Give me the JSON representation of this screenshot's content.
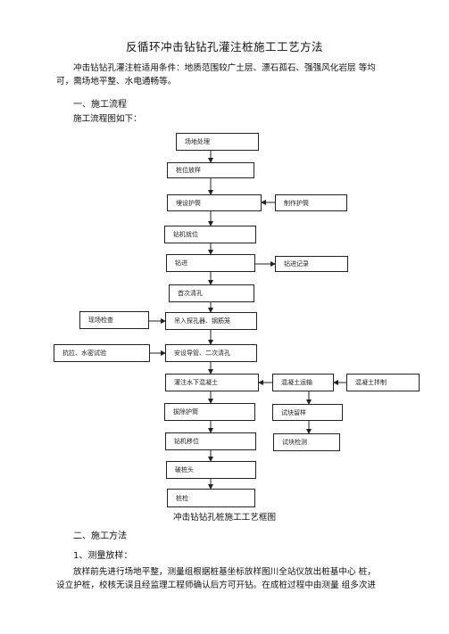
{
  "title": "反循环冲击钻钻孔灌注桩施工工艺方法",
  "intro": {
    "line1": "冲击钻钻孔灌注桩适用条件：地质范围较广土层、漂石孤石、强强风化岩层 等均",
    "line2": "可，需场地平整、水电通畅等。"
  },
  "section1": {
    "heading": "一、施工流程",
    "sub": "施工流程图如下："
  },
  "flow": {
    "site_prep": "场地处理",
    "pile_layout": "桩位放样",
    "bury_casing": "埋设护筒",
    "make_casing": "制作护筒",
    "rig_position": "钻机就位",
    "drilling": "钻进",
    "drill_record": "钻进记录",
    "first_clean": "首次清孔",
    "site_check": "现场检查",
    "lower_cage": "吊入探孔器、钢筋笼",
    "pull_test": "抗拉、水密试验",
    "install_pipe": "安设导管、二次清孔",
    "pour_concrete": "灌注水下混凝土",
    "concrete_transport": "混凝土运输",
    "concrete_mix": "混凝土拌制",
    "remove_casing": "拔除护筒",
    "sample_keep": "试块留样",
    "rig_move": "钻机移位",
    "sample_test": "试块检测",
    "break_head": "破桩头",
    "pile_test": "桩检"
  },
  "caption": "冲击钻钻孔桩施工工艺框图",
  "section2": {
    "heading": "二、施工方法",
    "sub_heading": "1、测量放样：",
    "line1": "放样前先进行场地平整，测量组根据桩基坐标放样图川全站仪放出桩基中心  桩，",
    "line2": "设立护桩，校核无误且经监理工程师确认后方可开钻。在成桩过程中由测量 组多次进"
  }
}
